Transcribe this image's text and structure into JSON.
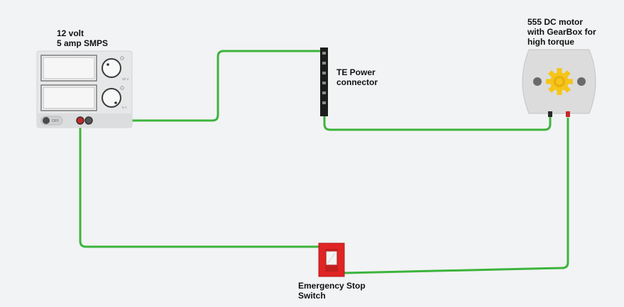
{
  "labels": {
    "psu_line1": "12 volt",
    "psu_line2": "5 amp SMPS",
    "connector_line1": "TE Power",
    "connector_line2": "connector",
    "motor_line1": "555 DC motor",
    "motor_line2": "with GearBox for",
    "motor_line3": "high torque",
    "estop_line1": "Emergency Stop",
    "estop_line2": "Switch"
  },
  "psu": {
    "voltage_unit": "30 V",
    "current_unit": "5 A",
    "power_toggle": "OFF"
  },
  "colors": {
    "wire": "#3cb43c",
    "estop_red": "#e02424",
    "motor_gear": "#f5c518",
    "background": "#f2f3f4"
  }
}
